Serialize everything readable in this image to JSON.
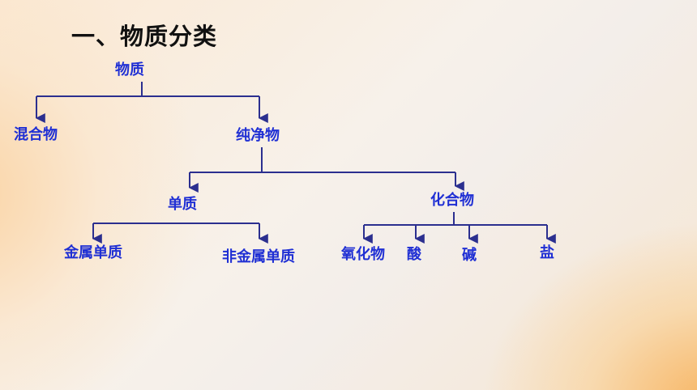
{
  "title": "一、物质分类",
  "nodes": {
    "matter": "物质",
    "mixture": "混合物",
    "pure": "纯净物",
    "element": "单质",
    "compound": "化合物",
    "metal": "金属单质",
    "nonmetal": "非金属单质",
    "oxide": "氧化物",
    "acid": "酸",
    "base": "碱",
    "salt": "盐"
  },
  "colors": {
    "node_text": "#1f2fd4",
    "connector": "#2b2f8f",
    "title_text": "#111111"
  }
}
